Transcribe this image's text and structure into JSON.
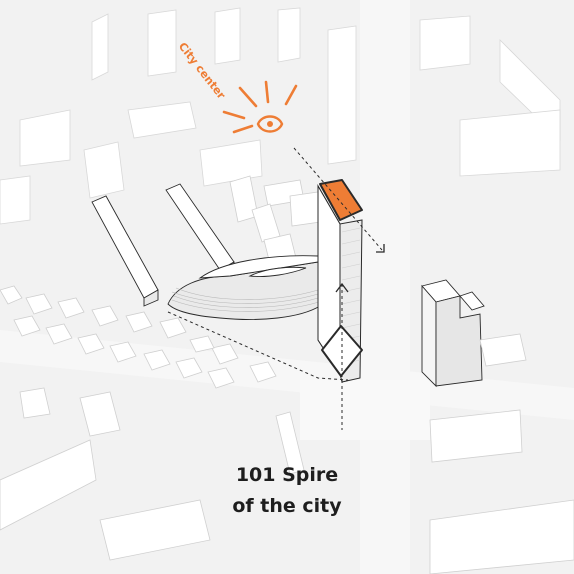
{
  "labels": {
    "city_center": "City center",
    "title_line1": "101 Spire",
    "title_line2": "of the city"
  },
  "colors": {
    "background": "#f2f2f2",
    "building_roof": "#ffffff",
    "building_side": "#e3e3e3",
    "accent": "#ee7d35",
    "outline": "#2a2a2a"
  },
  "icons": {
    "viewpoint": "eye-icon"
  }
}
